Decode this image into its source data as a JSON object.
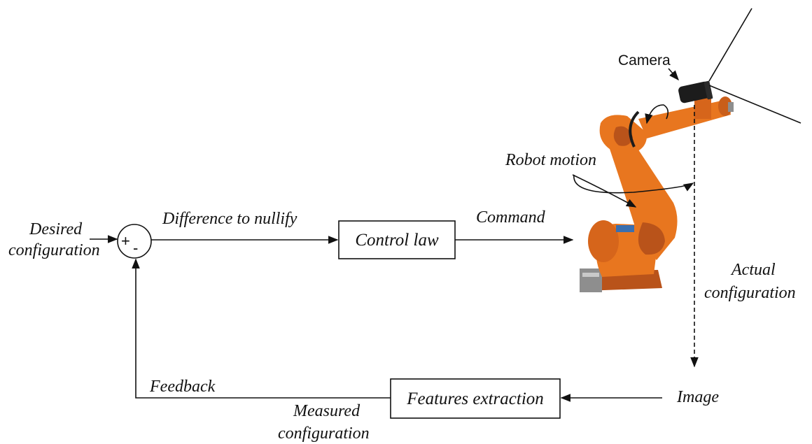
{
  "labels": {
    "desired_line1": "Desired",
    "desired_line2": "configuration",
    "plus": "+",
    "minus": "-",
    "difference": "Difference to nullify",
    "control_law": "Control law",
    "command": "Command",
    "robot_motion": "Robot motion",
    "camera": "Camera",
    "actual_line1": "Actual",
    "actual_line2": "configuration",
    "image": "Image",
    "features_extraction": "Features extraction",
    "measured_line1": "Measured",
    "measured_line2": "configuration",
    "feedback": "Feedback"
  },
  "colors": {
    "robot_orange": "#e8761f",
    "robot_orange_dark": "#b9531a",
    "robot_grey": "#8e8e8e",
    "camera_black": "#1c1c1c",
    "line": "#111111"
  }
}
